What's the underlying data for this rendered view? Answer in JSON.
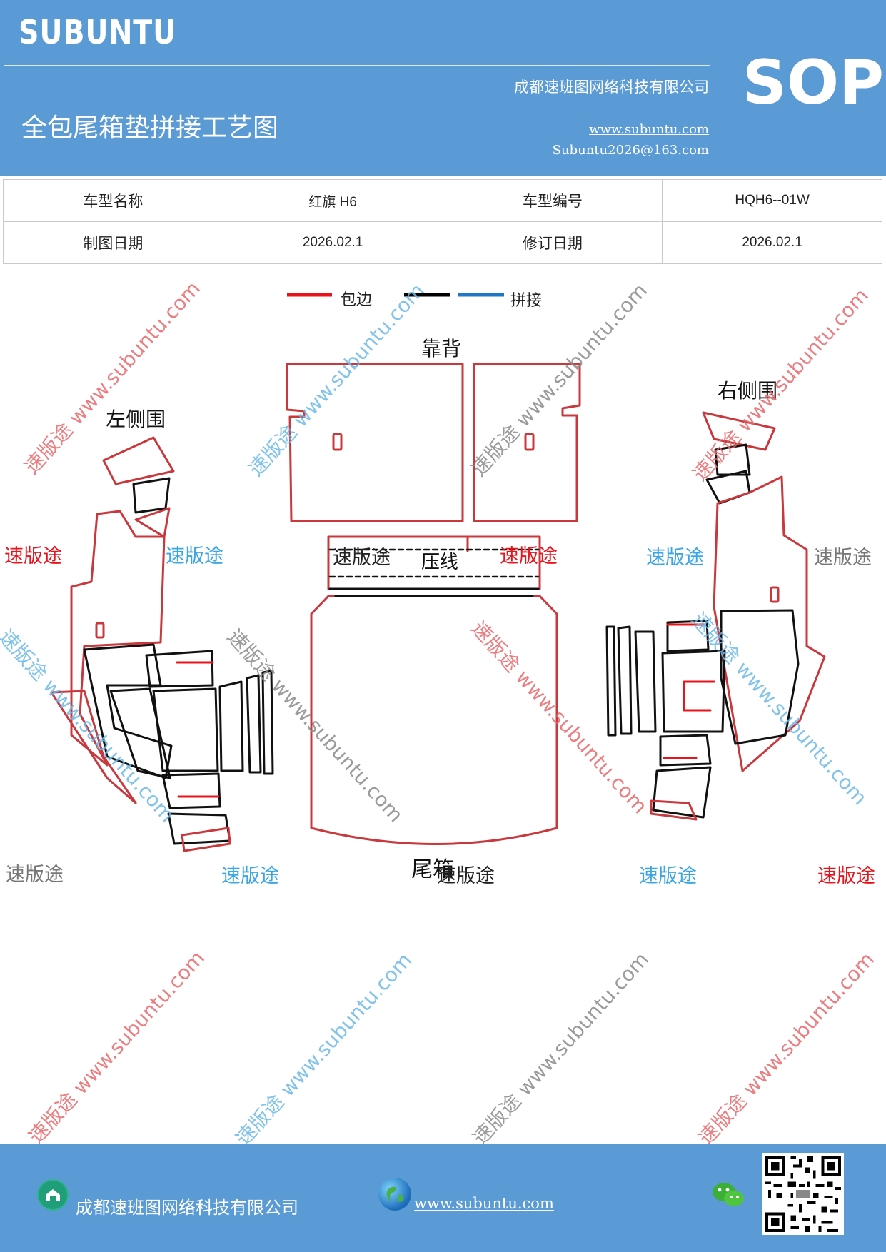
{
  "header": {
    "brand": "SUBUNTU",
    "company": "成都速班图网络科技有限公司",
    "title": "全包尾箱垫拼接工艺图",
    "website": "www.subuntu.com",
    "email": "Subuntu2026@163.com",
    "badge": "SOP",
    "bg_color": "#5b9bd5"
  },
  "info_table": {
    "rows": [
      {
        "label1": "车型名称",
        "value1": "红旗 H6",
        "label2": "车型编号",
        "value2": "HQH6--01W"
      },
      {
        "label1": "制图日期",
        "value1": "2026.02.1",
        "label2": "修订日期",
        "value2": "2026.02.1"
      }
    ]
  },
  "legend": {
    "items": [
      {
        "label": "包边",
        "color": "#e8141c"
      },
      {
        "label": "",
        "color": "#000000"
      },
      {
        "label": "拼接",
        "color": "#1f77c8"
      }
    ]
  },
  "parts": {
    "backrest": "靠背",
    "left_side": "左侧围",
    "right_side": "右侧围",
    "crease": "压线",
    "trunk": "尾箱"
  },
  "watermarks": {
    "diagonal_text": "速版途 www.subuntu.com",
    "stamp_text": "速版途"
  },
  "footer": {
    "company": "成都速班图网络科技有限公司",
    "website": "www.subuntu.com",
    "icons": [
      "company-icon",
      "globe-icon",
      "wechat-icon",
      "qr-code"
    ]
  }
}
